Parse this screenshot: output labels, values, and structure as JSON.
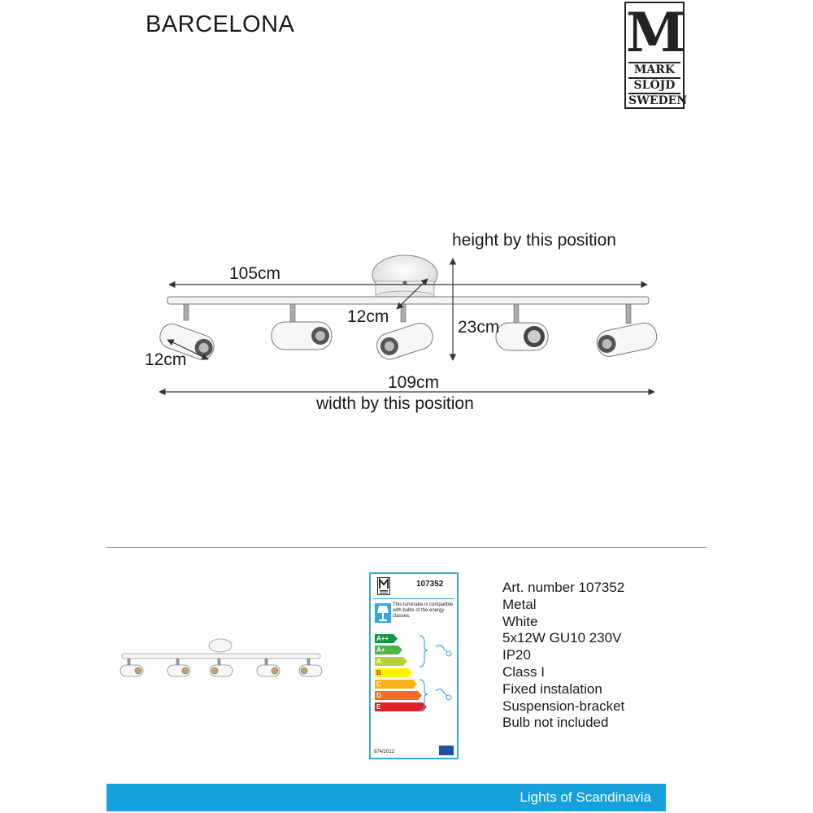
{
  "header": {
    "title": "BARCELONA"
  },
  "logo": {
    "letter": "M",
    "line1": "MARK",
    "line2": "SLÖJD",
    "line3": "SWEDEN"
  },
  "drawing": {
    "height_note": "height by this position",
    "width_note": "width by this position",
    "dim_rail": "105cm",
    "dim_total": "109cm",
    "dim_canopy": "12cm",
    "dim_spot": "12cm",
    "dim_height": "23cm"
  },
  "energy_label": {
    "article": "107352",
    "info_text": "This luminaire is compatible with bulbs of the energy classes:",
    "classes": [
      "A++",
      "A+",
      "A",
      "B",
      "C",
      "D",
      "E"
    ],
    "class_colors": [
      "#0a9a3e",
      "#52b24a",
      "#b6d234",
      "#fff200",
      "#fbb216",
      "#ee6c25",
      "#e31e24"
    ],
    "regulation": "874/2012"
  },
  "specs": [
    "Art. number 107352",
    "Metal",
    "White",
    "5x12W GU10 230V",
    "IP20",
    "Class I",
    "Fixed instalation",
    "Suspension-bracket",
    "Bulb not included"
  ],
  "footer": {
    "tagline": "Lights of Scandinavia"
  }
}
